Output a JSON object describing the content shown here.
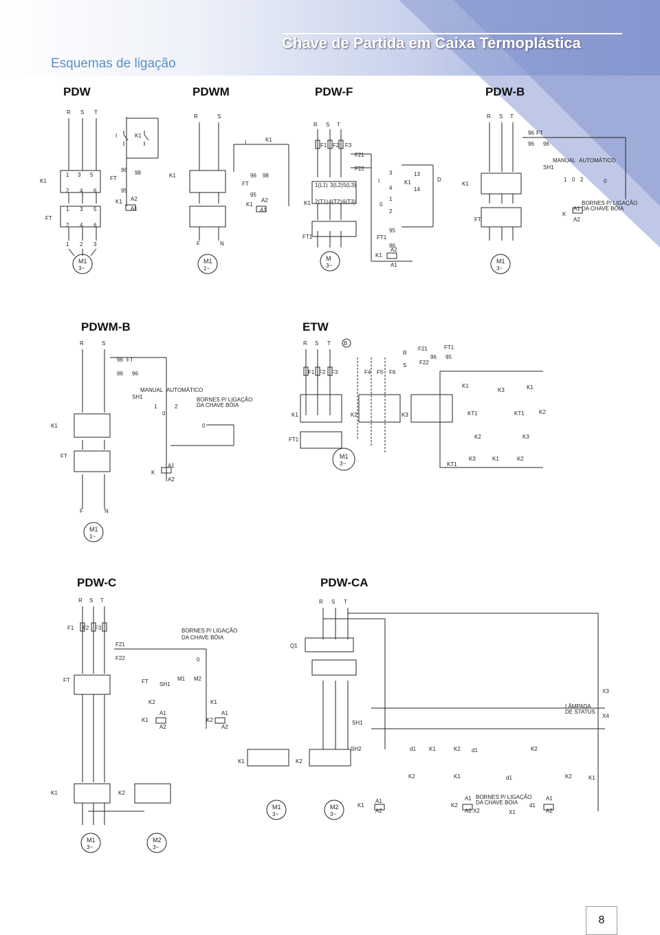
{
  "header": {
    "title": "Chave de Partida em Caixa Termoplástica",
    "subtitle": "Esquemas de ligação"
  },
  "sections": {
    "pdw": "PDW",
    "pdwm": "PDWM",
    "pdwf": "PDW-F",
    "pdwb": "PDW-B",
    "pdwmb": "PDWM-B",
    "etw": "ETW",
    "pdwc": "PDW-C",
    "pdwca": "PDW-CA"
  },
  "labels": {
    "phases": [
      "R",
      "S",
      "T"
    ],
    "neutral": "N",
    "phase_f": "F",
    "contactor": "K1",
    "contactor2": "K2",
    "contactor3": "K3",
    "overload": "FT",
    "fuses": [
      "F1",
      "F2",
      "F3"
    ],
    "motor": "M1",
    "motor2": "M2",
    "motor_plain": "M",
    "coil_a1": "A1",
    "coil_a2": "A2",
    "manual": "MANUAL",
    "automatico": "AUTOMÁTICO",
    "bornes": "BORNES P/ LIGAÇÃO",
    "chave_boia": "DA CHAVE BÓIA",
    "lampada": "LÂMPADA",
    "de_status": "DE STATUS",
    "sh1": "SH1",
    "sh2": "SH2",
    "q1": "Q1",
    "kt1": "KT1",
    "ft1": "FT1",
    "f21": "F21",
    "f22": "F22",
    "x1": "X1",
    "x2": "X2",
    "x3": "X3",
    "x4": "X4",
    "d": "D",
    "d1": "d1",
    "k": "K",
    "one_phase": "1~",
    "three_phase": "3~"
  },
  "page_number": "8"
}
